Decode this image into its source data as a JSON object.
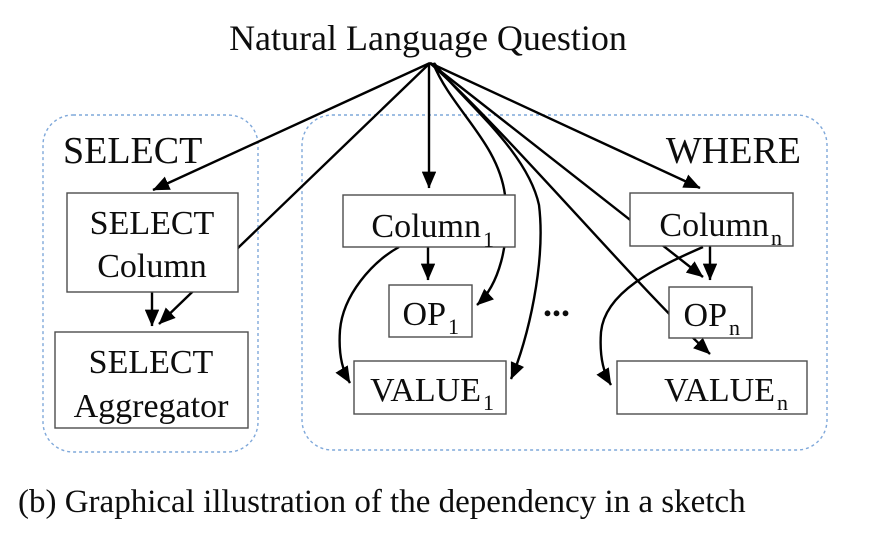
{
  "figure": {
    "title": "Natural Language Question",
    "caption": "(b) Graphical illustration of the dependency in a sketch",
    "groups": {
      "select_label": "SELECT",
      "where_label": "WHERE"
    },
    "nodes": {
      "select_column": {
        "line1": "SELECT",
        "line2": "Column"
      },
      "select_aggregator": {
        "line1": "SELECT",
        "line2": "Aggregator"
      },
      "column_1": {
        "label": "Column",
        "sub": "1"
      },
      "op_1": {
        "label": "OP",
        "sub": "1"
      },
      "value_1": {
        "label": "VALUE",
        "sub": "1"
      },
      "column_n": {
        "label": "Column",
        "sub": "n"
      },
      "op_n": {
        "label": "OP",
        "sub": "n"
      },
      "value_n": {
        "label": "VALUE",
        "sub": "n"
      },
      "ellipsis": "..."
    },
    "colors": {
      "label_blue": "#2e74b6",
      "container_border": "#7fa8da",
      "edge_black": "#000000",
      "box_border": "#4d4d4d"
    }
  }
}
